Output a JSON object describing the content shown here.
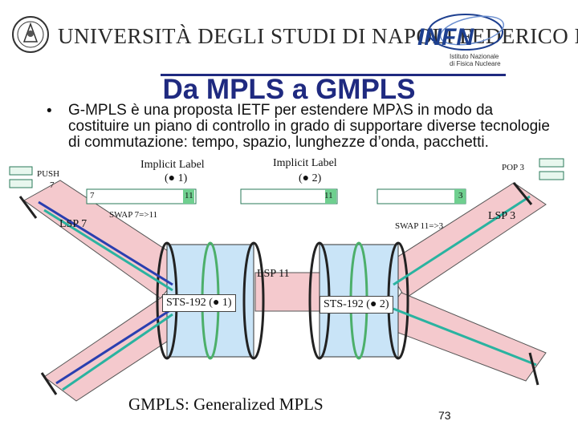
{
  "header": {
    "university_name": "UNIVERSITÀ DEGLI STUDI DI NAPOLI FEDERICO II",
    "infn_name": "INFN",
    "infn_subtitle_line1": "Istituto Nazionale",
    "infn_subtitle_line2": "di Fisica Nucleare"
  },
  "slide": {
    "title": "Da MPLS a GMPLS",
    "bullet": "•",
    "paragraph": "G-MPLS è una proposta IETF per estendere MPλS in modo da costituire un piano di controllo in grado di supportare diverse tecnologie di commutazione: tempo, spazio, lunghezze d’onda, pacchetti.",
    "footer": "GMPLS: Generalized MPLS",
    "page_number": "73"
  },
  "diagram": {
    "push_label": "PUSH",
    "push_value": "7",
    "pop_label": "POP 3",
    "lsp7": "LSP 7",
    "lsp3": "LSP 3",
    "lsp11": "LSP 11",
    "implicit_label_1": "Implicit Label",
    "implicit_label_1_sub": "(● 1)",
    "implicit_label_2": "Implicit Label",
    "implicit_label_2_sub": "(● 2)",
    "label_7": "7",
    "label_11a": "11",
    "label_11b": "11",
    "label_3": "3",
    "swap_1": "SWAP 7=>11",
    "swap_2": "SWAP 11=>3",
    "sts_1": "STS-192 (● 1)",
    "sts_2": "STS-192 (● 2)",
    "colors": {
      "pink_tube": "#f4c9cd",
      "blue_tube": "#c9e4f7",
      "green_strip": "#6fcf8f",
      "title_blue": "#1f2a80"
    }
  }
}
